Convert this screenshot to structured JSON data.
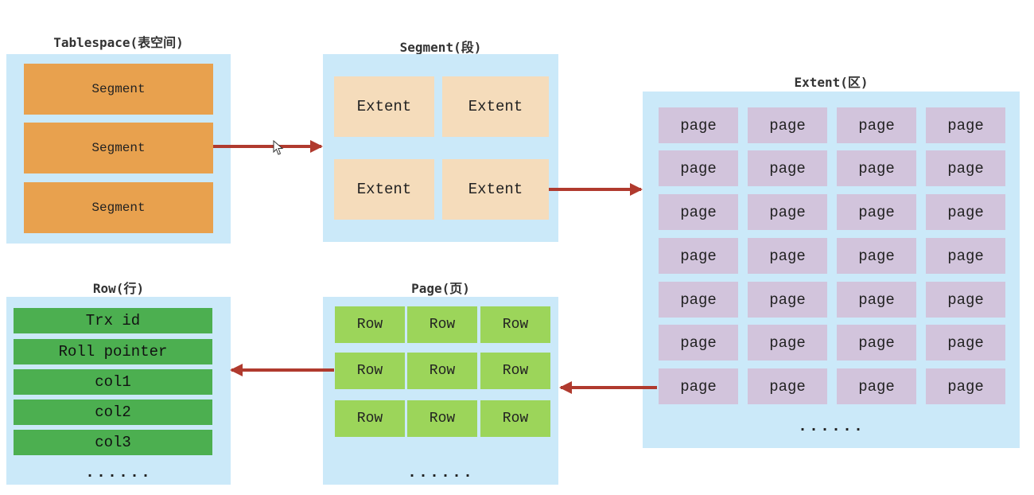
{
  "tablespace": {
    "title": "Tablespace(表空间)",
    "items": [
      "Segment",
      "Segment",
      "Segment"
    ]
  },
  "segment": {
    "title": "Segment(段)",
    "items": [
      "Extent",
      "Extent",
      "Extent",
      "Extent"
    ]
  },
  "extent": {
    "title": "Extent(区)",
    "items": [
      "page",
      "page",
      "page",
      "page",
      "page",
      "page",
      "page",
      "page",
      "page",
      "page",
      "page",
      "page",
      "page",
      "page",
      "page",
      "page",
      "page",
      "page",
      "page",
      "page",
      "page",
      "page",
      "page",
      "page",
      "page",
      "page",
      "page",
      "page"
    ],
    "more": "......"
  },
  "page": {
    "title": "Page(页)",
    "items": [
      "Row",
      "Row",
      "Row",
      "Row",
      "Row",
      "Row",
      "Row",
      "Row",
      "Row"
    ],
    "more": "......"
  },
  "row": {
    "title": "Row(行)",
    "fields": [
      "Trx id",
      "Roll pointer",
      "col1",
      "col2",
      "col3"
    ],
    "more": "......"
  },
  "colors": {
    "panel": "#cbe9f9",
    "segment": "#e8a14e",
    "extent": "#f5dcbb",
    "page": "#d2c4dc",
    "row": "#9cd55a",
    "field": "#4caf50",
    "arrow": "#b03a2e"
  }
}
